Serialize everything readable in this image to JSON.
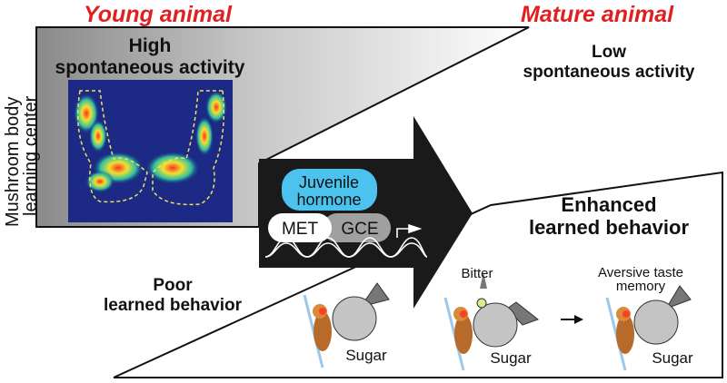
{
  "titles": {
    "young": "Young animal",
    "mature": "Mature animal"
  },
  "side_label": {
    "line1": "Mushroom body",
    "line2": "learning center"
  },
  "young_activity": {
    "line1": "High",
    "line2": "spontaneous activity"
  },
  "mature_activity": {
    "line1": "Low",
    "line2": "spontaneous activity"
  },
  "poor": {
    "line1": "Poor",
    "line2": "learned behavior"
  },
  "enhanced": {
    "line1": "Enhanced",
    "line2": "learned behavior"
  },
  "mechanism": {
    "hormone1": "Juvenile",
    "hormone2": "hormone",
    "met": "MET",
    "gce": "GCE"
  },
  "flies": {
    "sugar": "Sugar",
    "bitter": "Bitter",
    "memory1": "Aversive taste",
    "memory2": "memory"
  },
  "colors": {
    "red": "#e02020",
    "hormone": "#4cc3ee",
    "arrow": "#1a1a1a"
  }
}
